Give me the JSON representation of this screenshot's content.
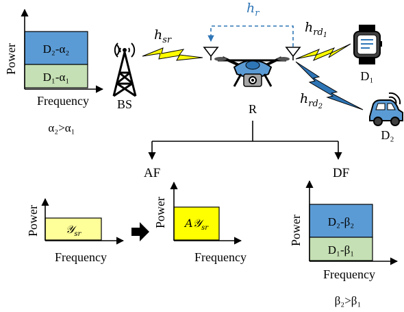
{
  "top_left_plot": {
    "ylabel": "Power",
    "xlabel": "Frequency",
    "upper_block": "D₂-α₂",
    "lower_block": "D₁-α₁",
    "relation": "α₂>α₁"
  },
  "nodes": {
    "bs": "BS",
    "relay": "R",
    "d1": "D₁",
    "d2": "D₂"
  },
  "channels": {
    "h_sr": "h",
    "h_sr_sub": "sr",
    "h_r": "h",
    "h_r_sub": "r",
    "h_rd1": "h",
    "h_rd1_sub": "rd",
    "h_rd1_subsub": "1",
    "h_rd2": "h",
    "h_rd2_sub": "rd",
    "h_rd2_subsub": "2"
  },
  "branches": {
    "af": "AF",
    "df": "DF"
  },
  "af_plot_1": {
    "ylabel": "Power",
    "xlabel": "Frequency",
    "signal": "𝒴",
    "signal_sub": "sr"
  },
  "af_plot_2": {
    "ylabel": "Power",
    "xlabel": "Frequency",
    "gain": "A",
    "signal": "𝒴",
    "signal_sub": "sr"
  },
  "df_plot": {
    "ylabel": "Power",
    "xlabel": "Frequency",
    "upper_block": "D₂-β₂",
    "lower_block": "D₁-β₁",
    "relation": "β₂>β₁"
  },
  "colors": {
    "blue_block": "#5b9bd5",
    "green_block": "#c5e0b4",
    "light_yellow": "#ffff99",
    "yellow": "#ffff00",
    "feedback_blue": "#2e75b6",
    "lightning_yellow": "#ffff00",
    "lightning_blue": "#2e75b6"
  }
}
